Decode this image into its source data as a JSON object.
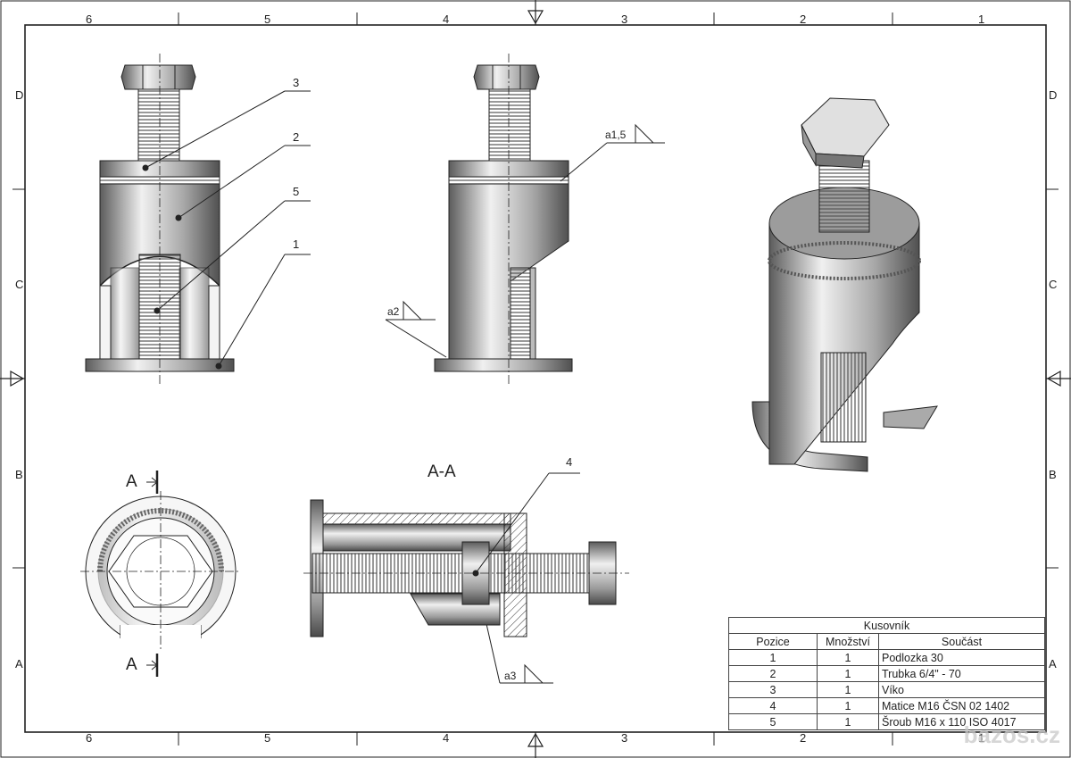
{
  "zones": {
    "columns": [
      "6",
      "5",
      "4",
      "3",
      "2",
      "1"
    ],
    "rows": [
      "D",
      "C",
      "B",
      "A"
    ]
  },
  "balloons": [
    "3",
    "2",
    "5",
    "1",
    "4"
  ],
  "welds": [
    "a1,5",
    "a2",
    "a3"
  ],
  "section": {
    "title": "A-A",
    "marker": "A"
  },
  "bom": {
    "title": "Kusovník",
    "headers": [
      "Pozice",
      "Množství",
      "Součást"
    ],
    "rows": [
      [
        "1",
        "1",
        "Podlozka 30"
      ],
      [
        "2",
        "1",
        "Trubka 6/4\" - 70"
      ],
      [
        "3",
        "1",
        "Víko"
      ],
      [
        "4",
        "1",
        "Matice M16 ČSN 02 1402"
      ],
      [
        "5",
        "1",
        "Šroub M16 x 110 ISO 4017"
      ]
    ]
  },
  "watermark": "bazos.cz",
  "colors": {
    "line": "#222222",
    "metal_dark": "#6e6e6e",
    "metal_light": "#e8e8e8"
  }
}
